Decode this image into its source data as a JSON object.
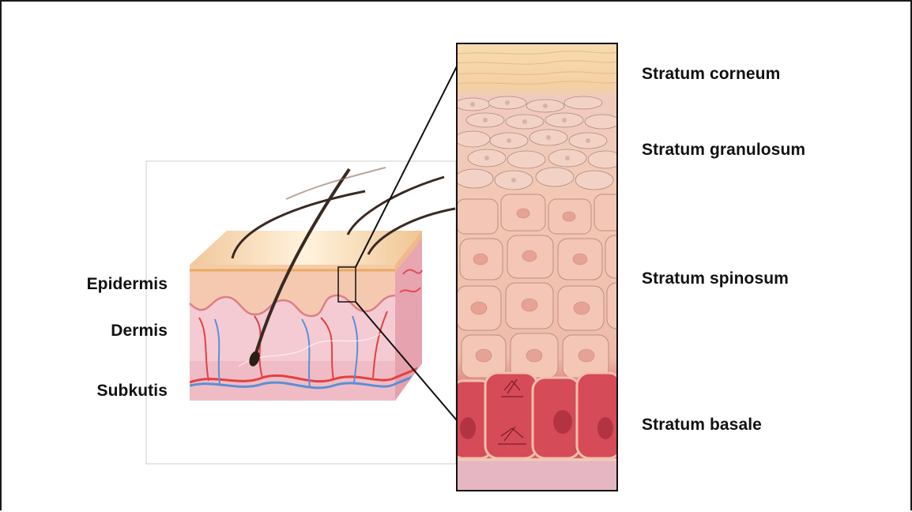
{
  "left_labels": {
    "epidermis": "Epidermis",
    "dermis": "Dermis",
    "subkutis": "Subkutis"
  },
  "right_labels": {
    "stratum_corneum": "Stratum corneum",
    "stratum_granulosum": "Stratum granulosum",
    "stratum_spinosum": "Stratum spinosum",
    "stratum_basale": "Stratum basale"
  },
  "colors": {
    "corneum": "#f6d6a6",
    "granulosum": "#f0c3ad",
    "spinosum": "#efbcab",
    "basale": "#d84a55",
    "dermis": "#f1c6cf",
    "artery": "#e44040",
    "vein": "#5a8fd6",
    "hair": "#3a2a22"
  }
}
